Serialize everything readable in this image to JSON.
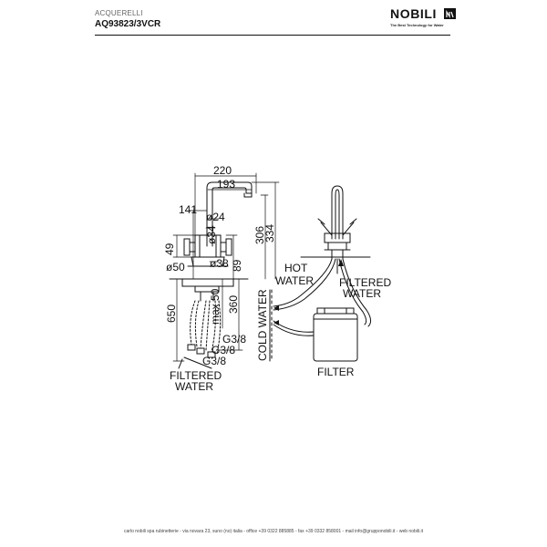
{
  "header": {
    "collection": "ACQUERELLI",
    "product_code": "AQ93823/3VCR",
    "brand": "NOBILI",
    "tagline": "The Best Technology for Water"
  },
  "dims": {
    "d220": "220",
    "d193": "193",
    "d141": "141",
    "d24": "ø24",
    "d34": "ø34",
    "d49": "49",
    "d50": "ø50",
    "d38": "ø38",
    "d89": "89",
    "d306": "306",
    "d334": "334",
    "d650": "650",
    "dmax50": "max 50",
    "d360": "360",
    "g1": "G3/8",
    "g2": "G3/8",
    "g3": "G3/8"
  },
  "labels": {
    "hot_water": [
      "HOT",
      "WATER"
    ],
    "filtered_water_right": [
      "FILTERED",
      "WATER"
    ],
    "cold_water": "COLD WATER",
    "filter": "FILTER",
    "filtered_water_left": [
      "FILTERED",
      "WATER"
    ]
  },
  "footer": {
    "text": "carlo nobili spa rubinetterie - via novara 23, suno (no) italia - office +39 0322 885885 - fax +39 0332 858001 - mail info@grupponobili.it - web nobili.it"
  }
}
